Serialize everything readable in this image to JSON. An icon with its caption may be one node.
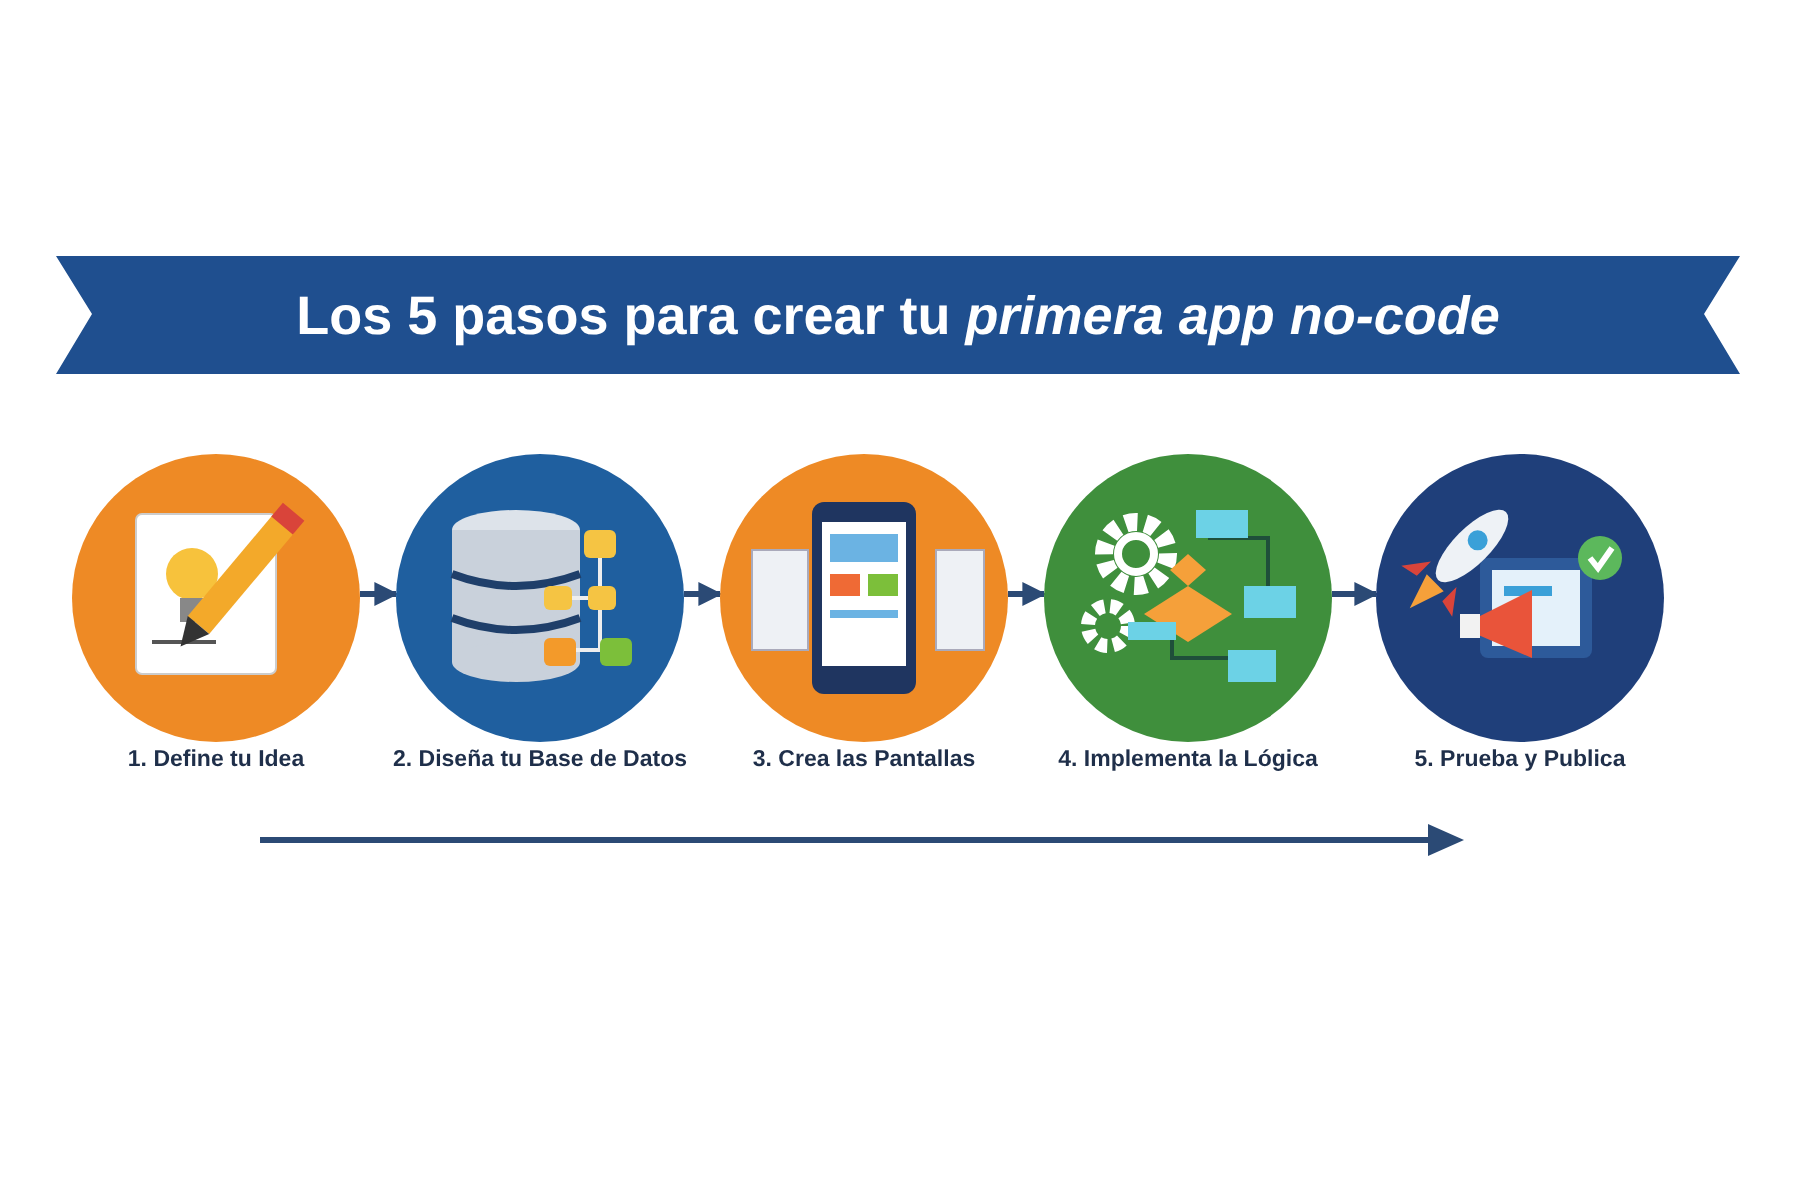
{
  "diagram": {
    "title": "Los 5 pasos para crear tu *primera app no-code*",
    "nodes": [
      {
        "text": [
          "1. Define tu Idea"
        ]
      },
      {
        "text": [
          "2. Diseña tu Base de Datos"
        ]
      },
      {
        "text": [
          "3. Crea las Pantallas"
        ]
      },
      {
        "text": [
          "4. Implementa la Lógica"
        ]
      },
      {
        "text": [
          "5. Prueba y Publica"
        ]
      }
    ],
    "edges": [
      {
        "from": 0,
        "to": 1,
        "arrow": "to"
      },
      {
        "from": 1,
        "to": 2,
        "arrow": "to"
      },
      {
        "from": 2,
        "to": 3,
        "arrow": "to"
      },
      {
        "from": 3,
        "to": 4,
        "arrow": "to"
      }
    ]
  }
}
